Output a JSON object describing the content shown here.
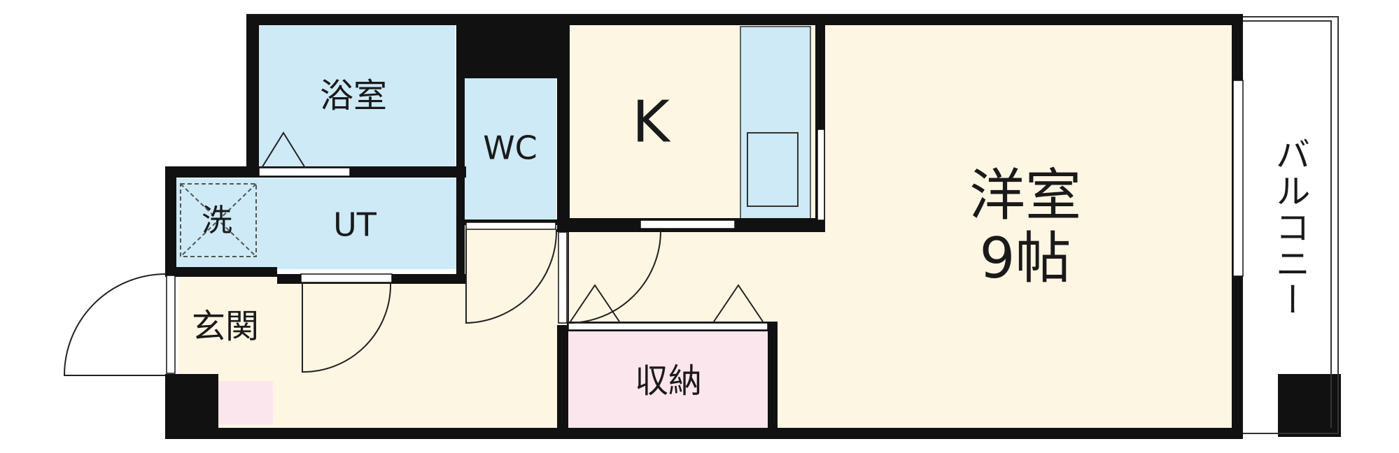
{
  "rooms": {
    "bath": "浴室",
    "wc": "WC",
    "kitchen": "K",
    "western_room": "洋室",
    "western_room_size": "9帖",
    "utility": "UT",
    "laundry": "洗",
    "entrance": "玄関",
    "storage": "収納",
    "balcony": "バルコニー"
  },
  "colors": {
    "wet_area": "#cdeaf6",
    "living": "#fdf6e3",
    "storage": "#fbe6ee",
    "wall": "#111111",
    "window": "#ffffff"
  }
}
